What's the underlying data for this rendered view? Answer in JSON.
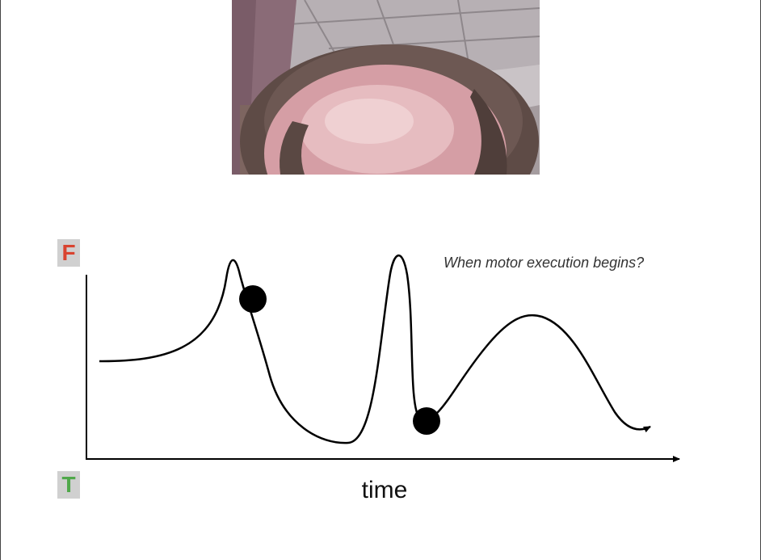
{
  "photo": {
    "subject": "head-top-photo",
    "colors": {
      "ceiling": "#b9b2b5",
      "wall": "#8a6d78",
      "skin": "#d9a3a8",
      "hair": "#5b4a45"
    }
  },
  "diagram": {
    "y_top_label": "F",
    "y_bottom_label": "T",
    "x_label": "time",
    "annotation": "When motor execution begins?",
    "colors": {
      "f_label": "#d9432f",
      "t_label": "#4fa84a",
      "tag_background": "#d0d0d0",
      "curve": "#000000",
      "axes": "#000000",
      "marker": "#000000"
    },
    "markers": [
      "marker-1",
      "marker-2"
    ]
  }
}
